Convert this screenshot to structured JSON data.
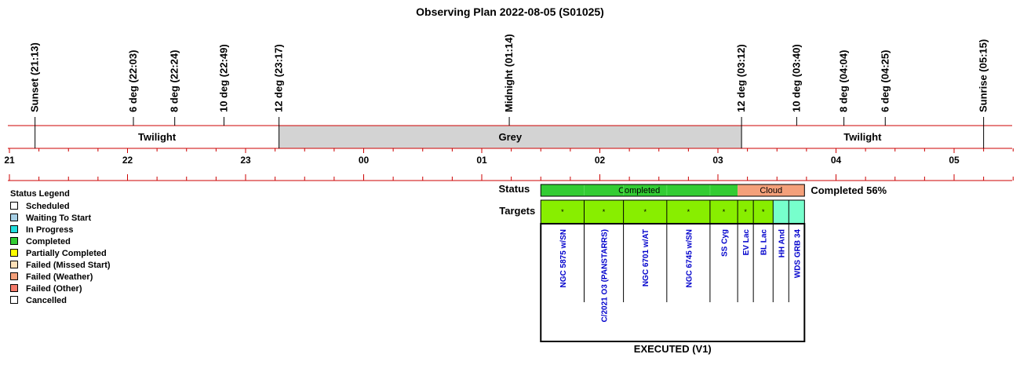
{
  "title": "Observing Plan 2022-08-05 (S01025)",
  "colors": {
    "axis": "#cc0000",
    "grey_band": "#d3d3d3",
    "completed": "#33cc33",
    "target_fill": "#88ee00",
    "cloud": "#f4a07a",
    "pending": "#77ffcc",
    "target_text": "#0000cc"
  },
  "chart_data": {
    "type": "timeline",
    "title": "Observing Plan 2022-08-05 (S01025)",
    "x_unit": "hours after 21:00 (local)",
    "xlim": [
      0,
      8.533
    ],
    "hour_ticks": [
      "21",
      "22",
      "23",
      "00",
      "01",
      "02",
      "03",
      "04",
      "05"
    ],
    "events": [
      {
        "label": "Sunset (21:13)",
        "x": 0.217,
        "full_line": true
      },
      {
        "label": "6 deg (22:03)",
        "x": 1.05,
        "full_line": false
      },
      {
        "label": "8 deg (22:24)",
        "x": 1.4,
        "full_line": false
      },
      {
        "label": "10 deg (22:49)",
        "x": 1.817,
        "full_line": false
      },
      {
        "label": "12 deg (23:17)",
        "x": 2.283,
        "full_line": true
      },
      {
        "label": "Midnight (01:14)",
        "x": 4.233,
        "full_line": false
      },
      {
        "label": "12 deg (03:12)",
        "x": 6.2,
        "full_line": true
      },
      {
        "label": "10 deg (03:40)",
        "x": 6.667,
        "full_line": false
      },
      {
        "label": "8 deg (04:04)",
        "x": 7.067,
        "full_line": false
      },
      {
        "label": "6 deg (04:25)",
        "x": 7.417,
        "full_line": false
      },
      {
        "label": "Sunrise (05:15)",
        "x": 8.25,
        "full_line": true
      }
    ],
    "bands": [
      {
        "label": "Twilight",
        "start": 0.217,
        "end": 2.283,
        "shade": false
      },
      {
        "label": "Grey",
        "start": 2.283,
        "end": 6.2,
        "shade": true
      },
      {
        "label": "Twilight",
        "start": 6.2,
        "end": 8.25,
        "shade": false
      }
    ],
    "status_row": {
      "label": "Status",
      "segments": [
        {
          "label": "Completed",
          "start": 4.5,
          "end": 6.167,
          "status": "Completed"
        },
        {
          "label": "Cloud",
          "start": 6.167,
          "end": 6.733,
          "status": "Failed (Weather)"
        }
      ],
      "summary": "Completed 56%"
    },
    "targets_row": {
      "label": "Targets",
      "items": [
        {
          "name": "NGC 5875 w/SN",
          "start": 4.5,
          "end": 4.867,
          "marker": "*",
          "state": "executed"
        },
        {
          "name": "C/2021 O3 (PANSTARRS)",
          "start": 4.867,
          "end": 5.2,
          "marker": "*",
          "state": "executed"
        },
        {
          "name": "NGC 6701 w/AT",
          "start": 5.2,
          "end": 5.567,
          "marker": "*",
          "state": "executed"
        },
        {
          "name": "NGC 6745 w/SN",
          "start": 5.567,
          "end": 5.933,
          "marker": "*",
          "state": "executed"
        },
        {
          "name": "SS Cyg",
          "start": 5.933,
          "end": 6.167,
          "marker": "*",
          "state": "executed"
        },
        {
          "name": "EV Lac",
          "start": 6.167,
          "end": 6.3,
          "marker": "*",
          "state": "executed"
        },
        {
          "name": "BL Lac",
          "start": 6.3,
          "end": 6.467,
          "marker": "*",
          "state": "executed"
        },
        {
          "name": "HH And",
          "start": 6.467,
          "end": 6.6,
          "marker": "",
          "state": "pending"
        },
        {
          "name": "WDS GRB 34",
          "start": 6.6,
          "end": 6.733,
          "marker": "",
          "state": "pending"
        }
      ]
    },
    "footer": "EXECUTED (V1)",
    "legend": {
      "title": "Status Legend",
      "entries": [
        {
          "label": "Scheduled",
          "color": "#ffffff"
        },
        {
          "label": "Waiting To Start",
          "color": "#a8d0e6"
        },
        {
          "label": "In Progress",
          "color": "#22dddd"
        },
        {
          "label": "Completed",
          "color": "#33cc33"
        },
        {
          "label": "Partially Completed",
          "color": "#ffff00"
        },
        {
          "label": "Failed (Missed Start)",
          "color": "#fde0b8"
        },
        {
          "label": "Failed (Weather)",
          "color": "#f4a07a"
        },
        {
          "label": "Failed (Other)",
          "color": "#f47a6a"
        },
        {
          "label": "Cancelled",
          "color": "#ffffff"
        }
      ]
    }
  }
}
